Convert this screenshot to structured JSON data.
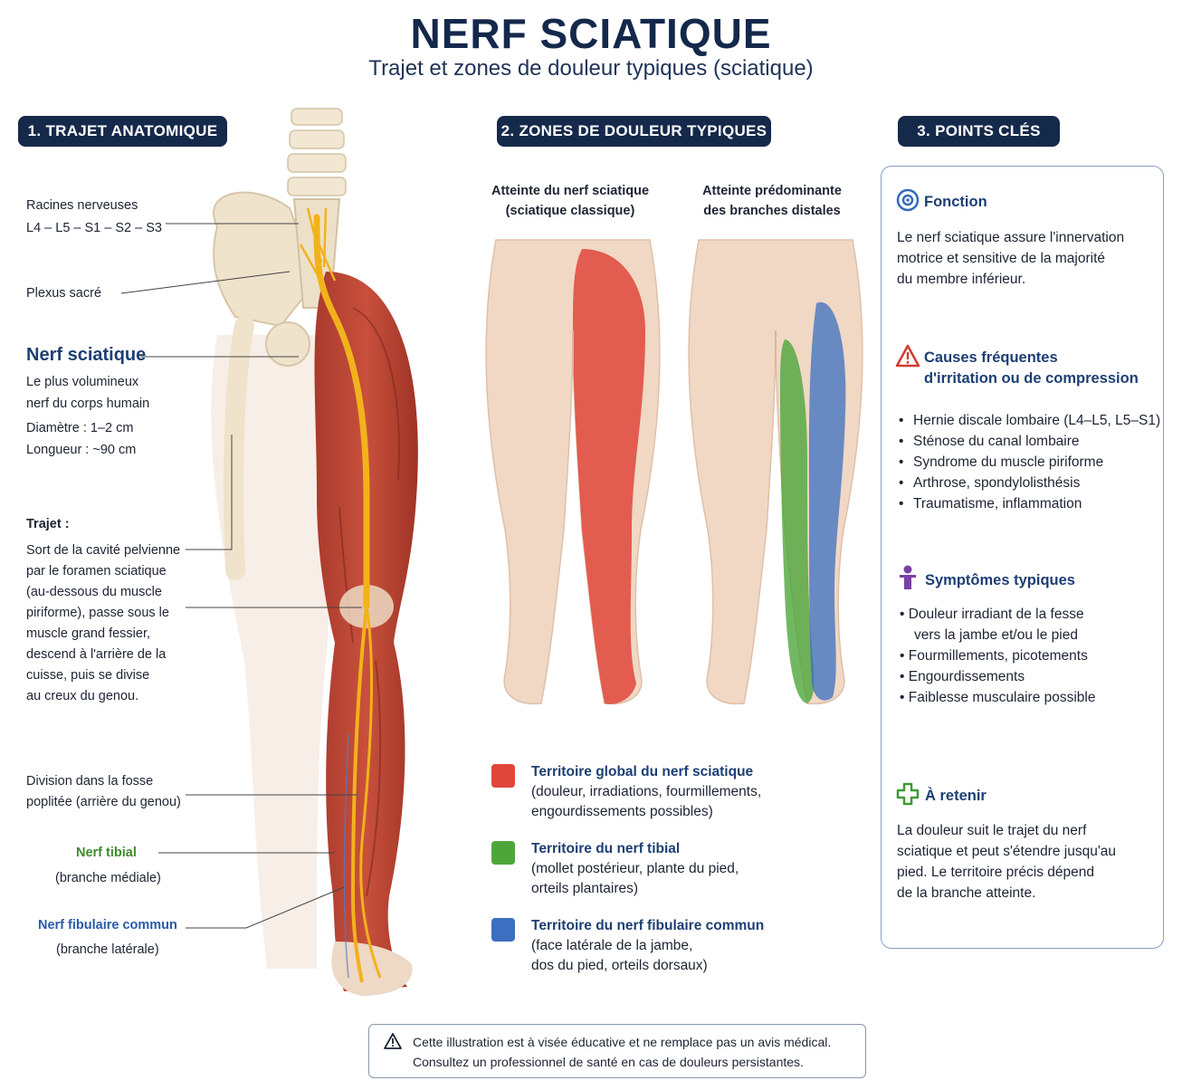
{
  "header": {
    "title": "NERF SCIATIQUE",
    "subtitle": "Trajet et zones de douleur typiques (sciatique)"
  },
  "sections": {
    "s1": "1. TRAJET ANATOMIQUE",
    "s2": "2. ZONES DE DOULEUR TYPIQUES",
    "s3": "3. POINTS CLÉS"
  },
  "anatomy": {
    "roots_label": "Racines nerveuses",
    "roots_levels": "L4 – L5 – S1 – S2 – S3",
    "plexus": "Plexus sacré",
    "nerve_title": "Nerf sciatique",
    "nerve_desc1": "Le plus volumineux",
    "nerve_desc2": "nerf du corps humain",
    "diameter": "Diamètre : 1–2 cm",
    "length": "Longueur : ~90 cm",
    "trajet_title": "Trajet :",
    "trajet_lines": [
      "Sort de la cavité pelvienne",
      "par le foramen sciatique",
      "(au-dessous du muscle",
      "piriforme), passe sous le",
      "muscle grand fessier,",
      "descend à l'arrière de la",
      "cuisse, puis se divise",
      "au creux du genou."
    ],
    "division1": "Division dans la fosse",
    "division2": "poplitée (arrière du genou)",
    "tibial_title": "Nerf tibial",
    "tibial_sub": "(branche médiale)",
    "fibular_title": "Nerf fibulaire commun",
    "fibular_sub": "(branche latérale)"
  },
  "zones": {
    "left_head1": "Atteinte du nerf sciatique",
    "left_head2": "(sciatique classique)",
    "right_head1": "Atteinte prédominante",
    "right_head2": "des branches distales",
    "legend": [
      {
        "color": "#e0463b",
        "title": "Territoire global du nerf sciatique",
        "l1": "(douleur, irradiations, fourmillements,",
        "l2": "engourdissements possibles)"
      },
      {
        "color": "#4ea63b",
        "title": "Territoire du nerf tibial",
        "l1": "(mollet postérieur, plante du pied,",
        "l2": "orteils plantaires)"
      },
      {
        "color": "#3c6fc0",
        "title": "Territoire du nerf fibulaire commun",
        "l1": "(face latérale de la jambe,",
        "l2": "dos du pied, orteils dorsaux)"
      }
    ]
  },
  "keypoints": {
    "fonction_title": "Fonction",
    "fonction_lines": [
      "Le nerf sciatique assure l'innervation",
      "motrice et sensitive de la majorité",
      "du membre inférieur."
    ],
    "causes_title1": "Causes fréquentes",
    "causes_title2": "d'irritation ou de compression",
    "causes": [
      "Hernie discale lombaire (L4–L5, L5–S1)",
      "Sténose du canal lombaire",
      "Syndrome du muscle piriforme",
      "Arthrose, spondylolisthésis",
      "Traumatisme, inflammation"
    ],
    "symptomes_title": "Symptômes typiques",
    "symptomes": [
      "Douleur irradiant de la fesse",
      "Fourmillements, picotements",
      "Engourdissements",
      "Faiblesse musculaire possible"
    ],
    "symptomes_cont": "vers la jambe et/ou le pied",
    "retenir_title": "À retenir",
    "retenir_lines": [
      "La douleur suit le trajet du nerf",
      "sciatique et peut s'étendre jusqu'au",
      "pied. Le territoire précis dépend",
      "de la branche atteinte."
    ]
  },
  "disclaimer": {
    "line1": "Cette illustration est à visée éducative et ne remplace pas un avis médical.",
    "line2": "Consultez un professionnel de santé en cas de douleurs persistantes."
  },
  "colors": {
    "navy": "#15294b",
    "red": "#e0463b",
    "green": "#4ea63b",
    "blue": "#3c6fc0",
    "nerve": "#f2b21b"
  }
}
